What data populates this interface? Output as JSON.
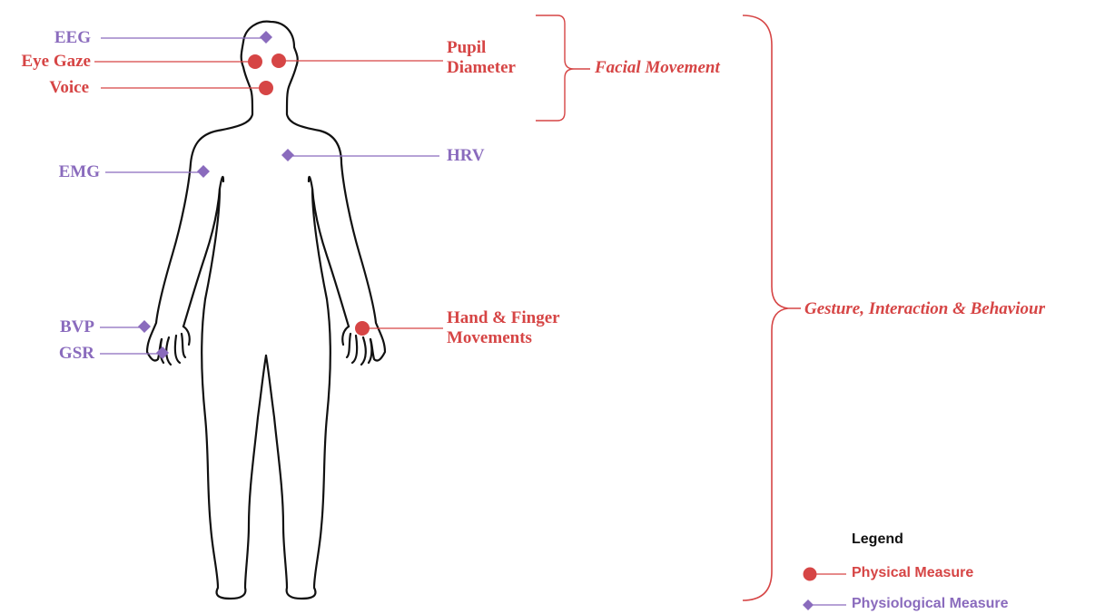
{
  "labels": {
    "eeg": "EEG",
    "eye_gaze": "Eye Gaze",
    "voice": "Voice",
    "pupil_line1": "Pupil",
    "pupil_line2": "Diameter",
    "hrv": "HRV",
    "emg": "EMG",
    "bvp": "BVP",
    "gsr": "GSR",
    "hand_line1": "Hand & Finger",
    "hand_line2": "Movements"
  },
  "groups": {
    "facial": "Facial Movement",
    "gesture": "Gesture, Interaction & Behaviour"
  },
  "legend": {
    "title": "Legend",
    "physical": "Physical Measure",
    "physiological": "Physiological Measure"
  },
  "colors": {
    "physical": "#d64545",
    "physiological": "#8a6bbd",
    "outline": "#111111"
  },
  "icons": {
    "physical_marker": "circle",
    "physiological_marker": "diamond"
  }
}
